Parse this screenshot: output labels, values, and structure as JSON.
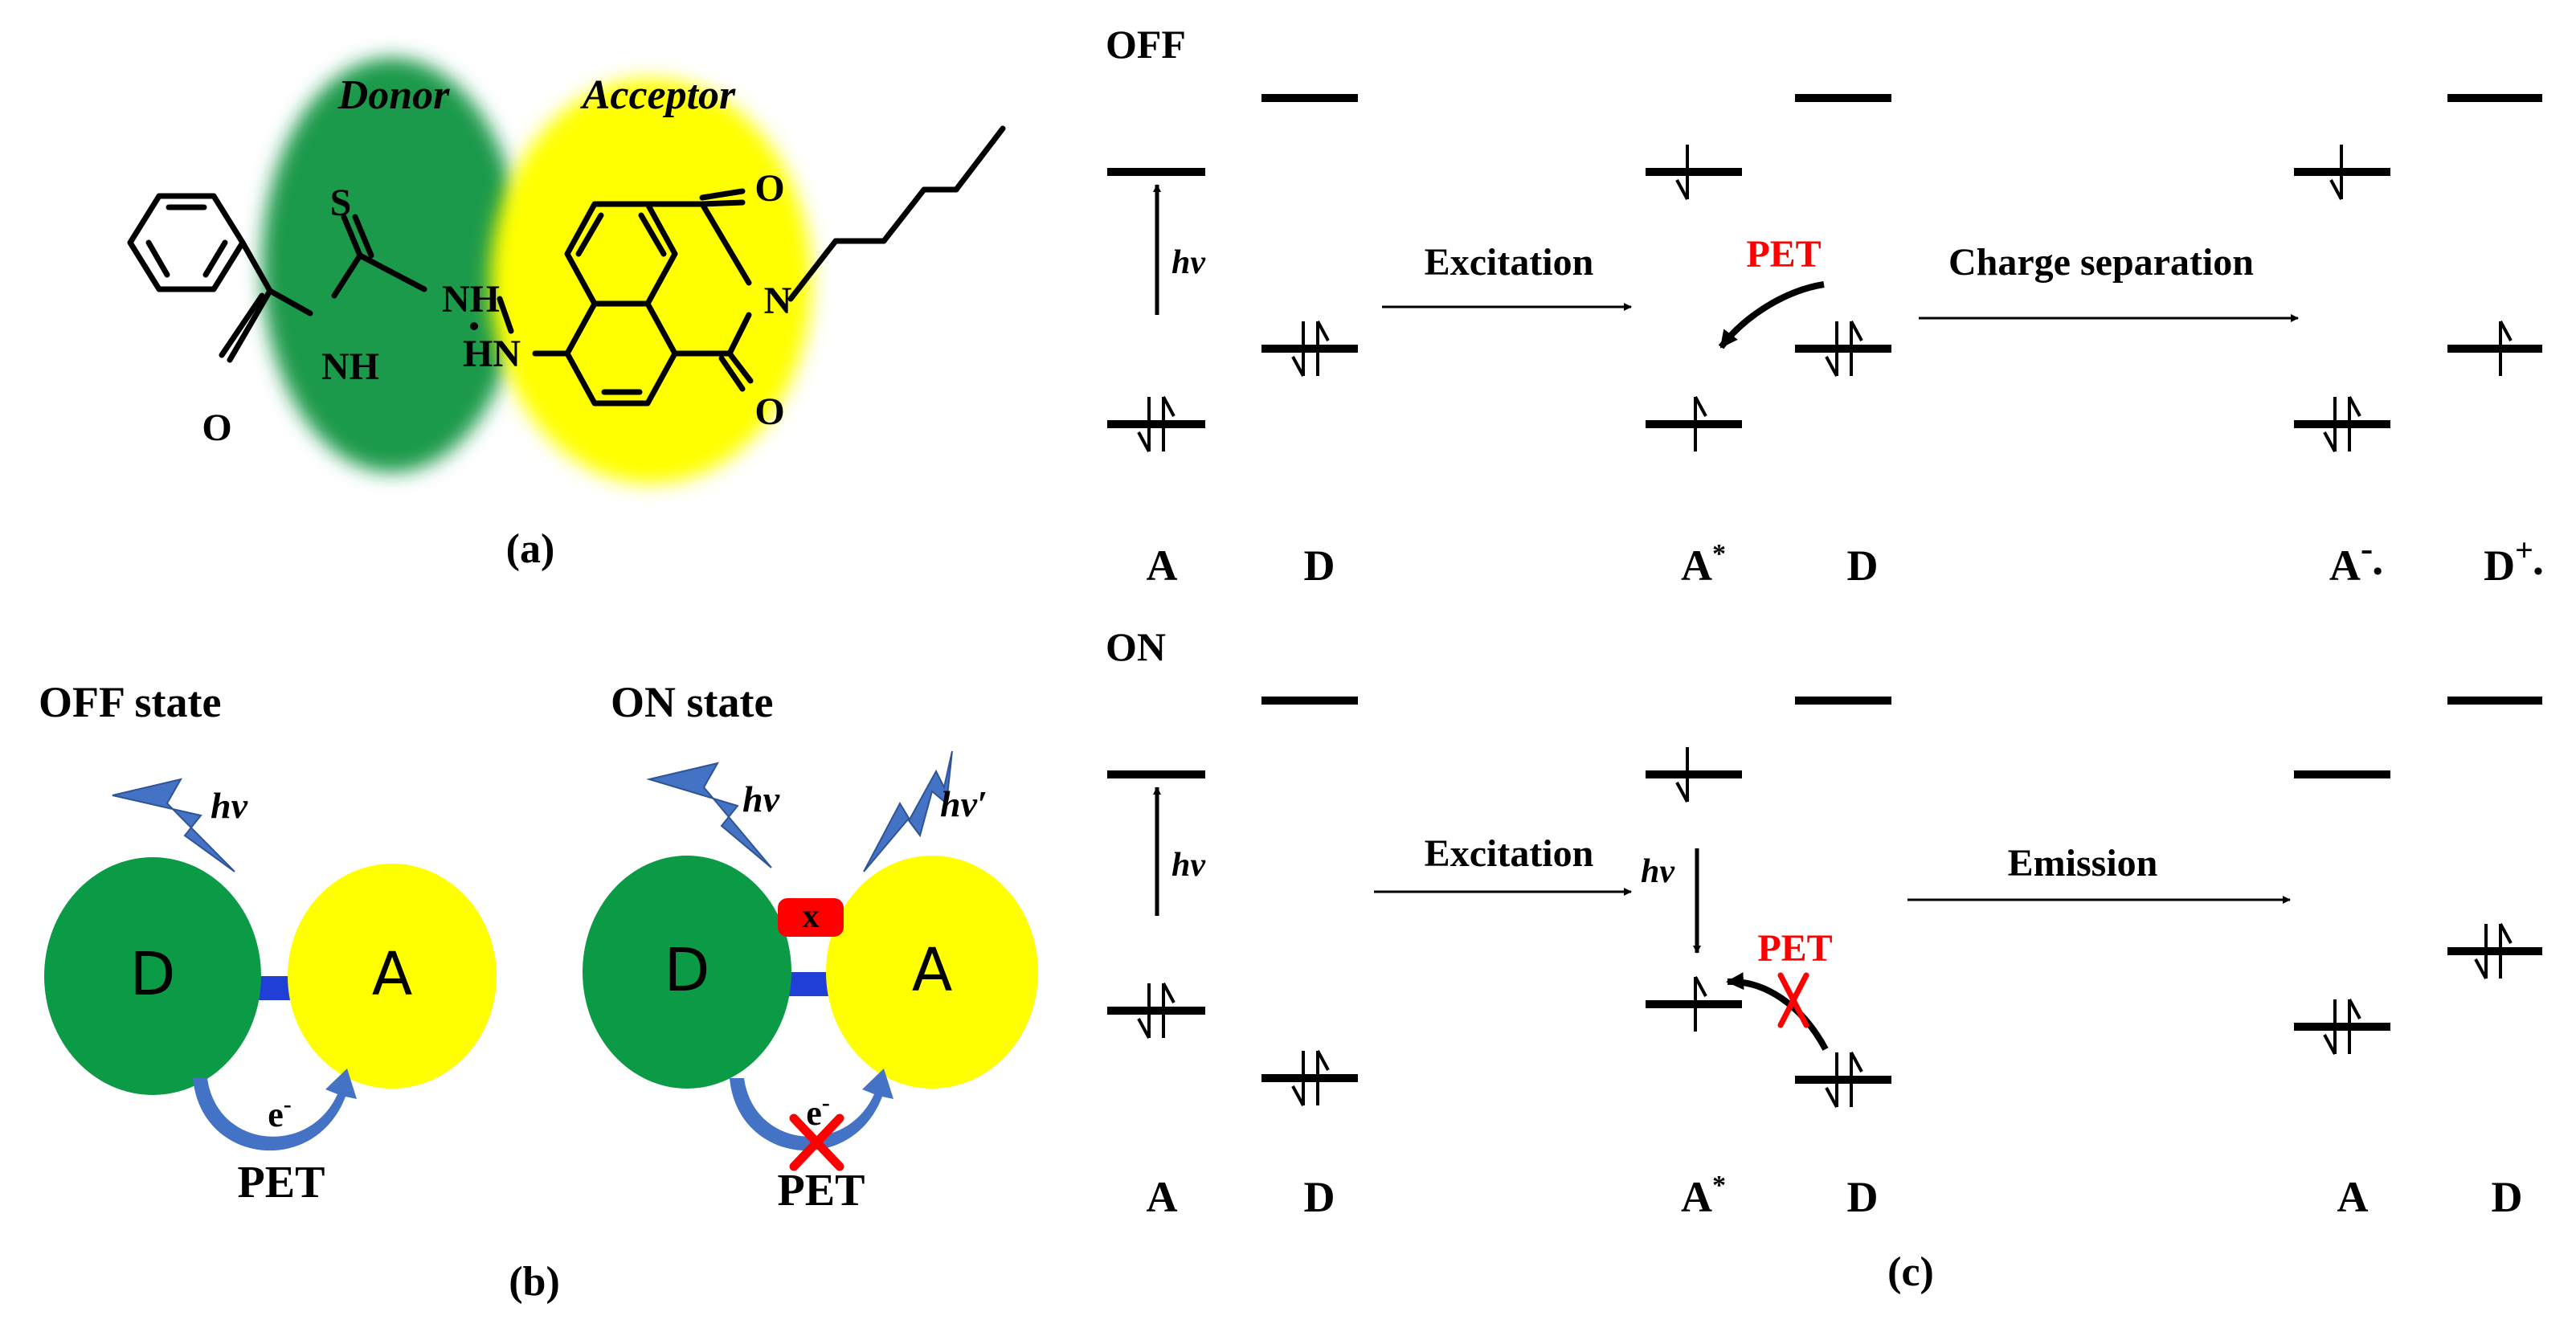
{
  "panel_a": {
    "caption": "(a)",
    "donor_label": "Donor",
    "acceptor_label": "Acceptor",
    "atoms": {
      "s": "S",
      "nh_top": "NH",
      "nh_left": "NH",
      "hn": "HN",
      "o_left": "O",
      "o_top": "O",
      "o_bottom": "O",
      "n_imide": "N"
    },
    "colors": {
      "donor": "#1a9a4c",
      "acceptor": "#ffff00"
    }
  },
  "panel_b": {
    "caption": "(b)",
    "off_title": "OFF state",
    "on_title": "ON state",
    "donor": "D",
    "acceptor": "A",
    "hv": "hv",
    "hv_prime": "hv′",
    "electron": "e",
    "electron_sup": "-",
    "pet": "PET",
    "analyte": "x",
    "colors": {
      "donor": "#0b9a45",
      "acceptor": "#ffff00",
      "arrow": "#4472c4",
      "linker": "#1f3fd6",
      "analyte": "#ff0000"
    }
  },
  "panel_c": {
    "caption": "(c)",
    "off": {
      "title": "OFF",
      "hv": "hv",
      "step1": "Excitation",
      "pet": "PET",
      "step2": "Charge separation",
      "labels": {
        "a": "A",
        "d": "D",
        "a_star": "A",
        "a_star_sup": "*",
        "d2": "D",
        "a_rad": "A",
        "a_rad_sup": "-",
        "a_rad_dot": "•",
        "d_rad": "D",
        "d_rad_sup": "+",
        "d_rad_dot": "•"
      }
    },
    "on": {
      "title": "ON",
      "hv": "hv",
      "hv_emit": "hv",
      "step1": "Excitation",
      "pet": "PET",
      "step2": "Emission",
      "labels": {
        "a": "A",
        "d": "D",
        "a_star": "A",
        "a_star_sup": "*",
        "d2": "D",
        "a3": "A",
        "d3": "D"
      }
    },
    "pet_color": "#ff0000"
  }
}
